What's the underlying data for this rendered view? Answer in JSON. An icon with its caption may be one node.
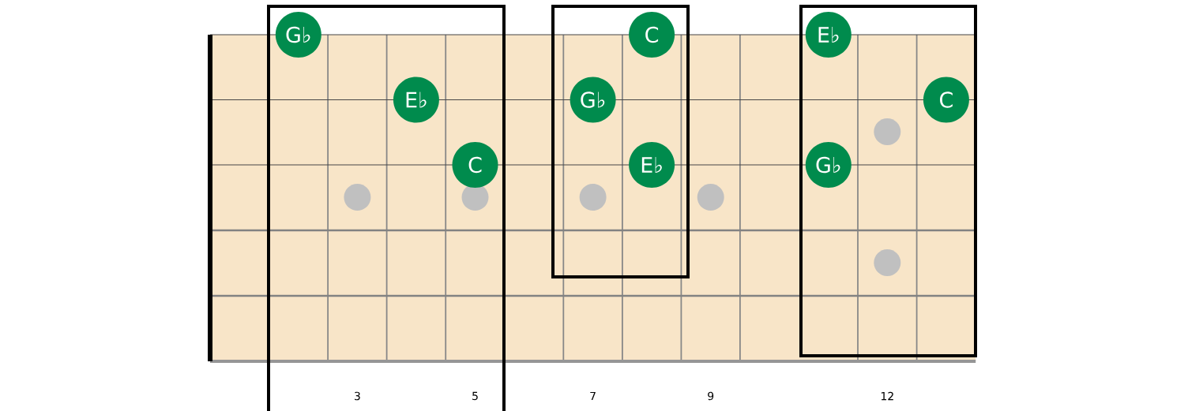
{
  "diagram": {
    "nodes": [
      {
        "text": [],
        "shape": "box"
      },
      {
        "text": [
          "G♭"
        ],
        "in": 0
      },
      {
        "text": [
          "E♭"
        ],
        "in": 0
      },
      {
        "text": [
          "C"
        ],
        "in": 0
      },
      {
        "text": [],
        "shape": "box"
      },
      {
        "text": [
          "C"
        ],
        "in": 4
      },
      {
        "text": [
          "G♭"
        ],
        "in": 4
      },
      {
        "text": [
          "E♭"
        ],
        "in": 4
      },
      {
        "text": [],
        "shape": "box"
      },
      {
        "text": [
          "E♭"
        ],
        "in": 8
      },
      {
        "text": [
          "C"
        ],
        "in": 8
      },
      {
        "text": [
          "G♭"
        ],
        "in": 8
      }
    ],
    "labels": [
      "3",
      "5",
      "7",
      "9",
      "12"
    ]
  }
}
